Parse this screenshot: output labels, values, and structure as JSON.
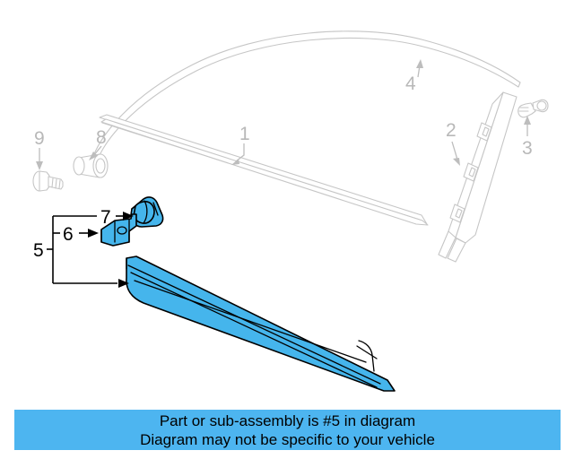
{
  "diagram": {
    "type": "automotive-parts-exploded-diagram",
    "highlight_color": "#45b5ec",
    "ghost_color": "#c6c6c6",
    "banner_color": "#4db5f0",
    "highlighted_callout": "5",
    "callouts": [
      {
        "id": "1",
        "label": "1",
        "target": "belt-line-molding",
        "highlighted": false
      },
      {
        "id": "2",
        "label": "2",
        "target": "pillar-applique-molding",
        "highlighted": false
      },
      {
        "id": "3",
        "label": "3",
        "target": "pillar-clip-fastener",
        "highlighted": false
      },
      {
        "id": "4",
        "label": "4",
        "target": "roof-drip-molding",
        "highlighted": false
      },
      {
        "id": "5",
        "label": "5",
        "target": "rocker-panel-molding-assembly",
        "highlighted": true
      },
      {
        "id": "6",
        "label": "6",
        "target": "molding-retainer-bracket",
        "highlighted": true
      },
      {
        "id": "7",
        "label": "7",
        "target": "push-pin-clip",
        "highlighted": true
      },
      {
        "id": "8",
        "label": "8",
        "target": "grommet-bushing",
        "highlighted": false
      },
      {
        "id": "9",
        "label": "9",
        "target": "screw-bolt",
        "highlighted": false
      }
    ]
  },
  "banner": {
    "line1": "Part or sub-assembly is #5 in diagram",
    "line2": "Diagram may not be specific to your vehicle"
  }
}
